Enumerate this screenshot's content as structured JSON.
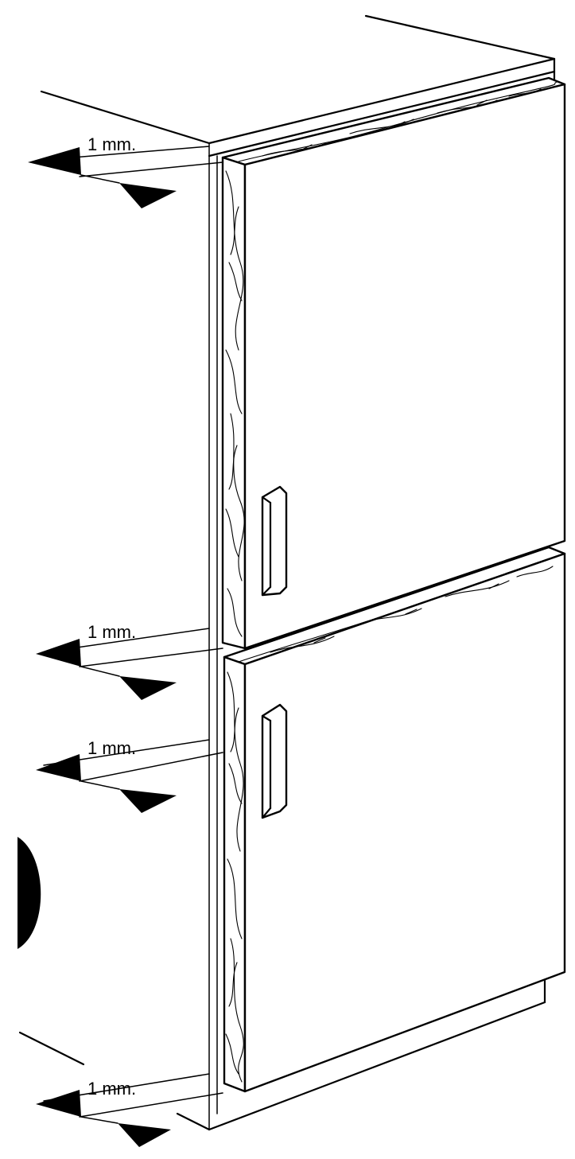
{
  "figure": {
    "gap_labels": [
      {
        "text": "1 mm."
      },
      {
        "text": "1 mm."
      },
      {
        "text": "1 mm."
      },
      {
        "text": "1 mm."
      }
    ]
  }
}
